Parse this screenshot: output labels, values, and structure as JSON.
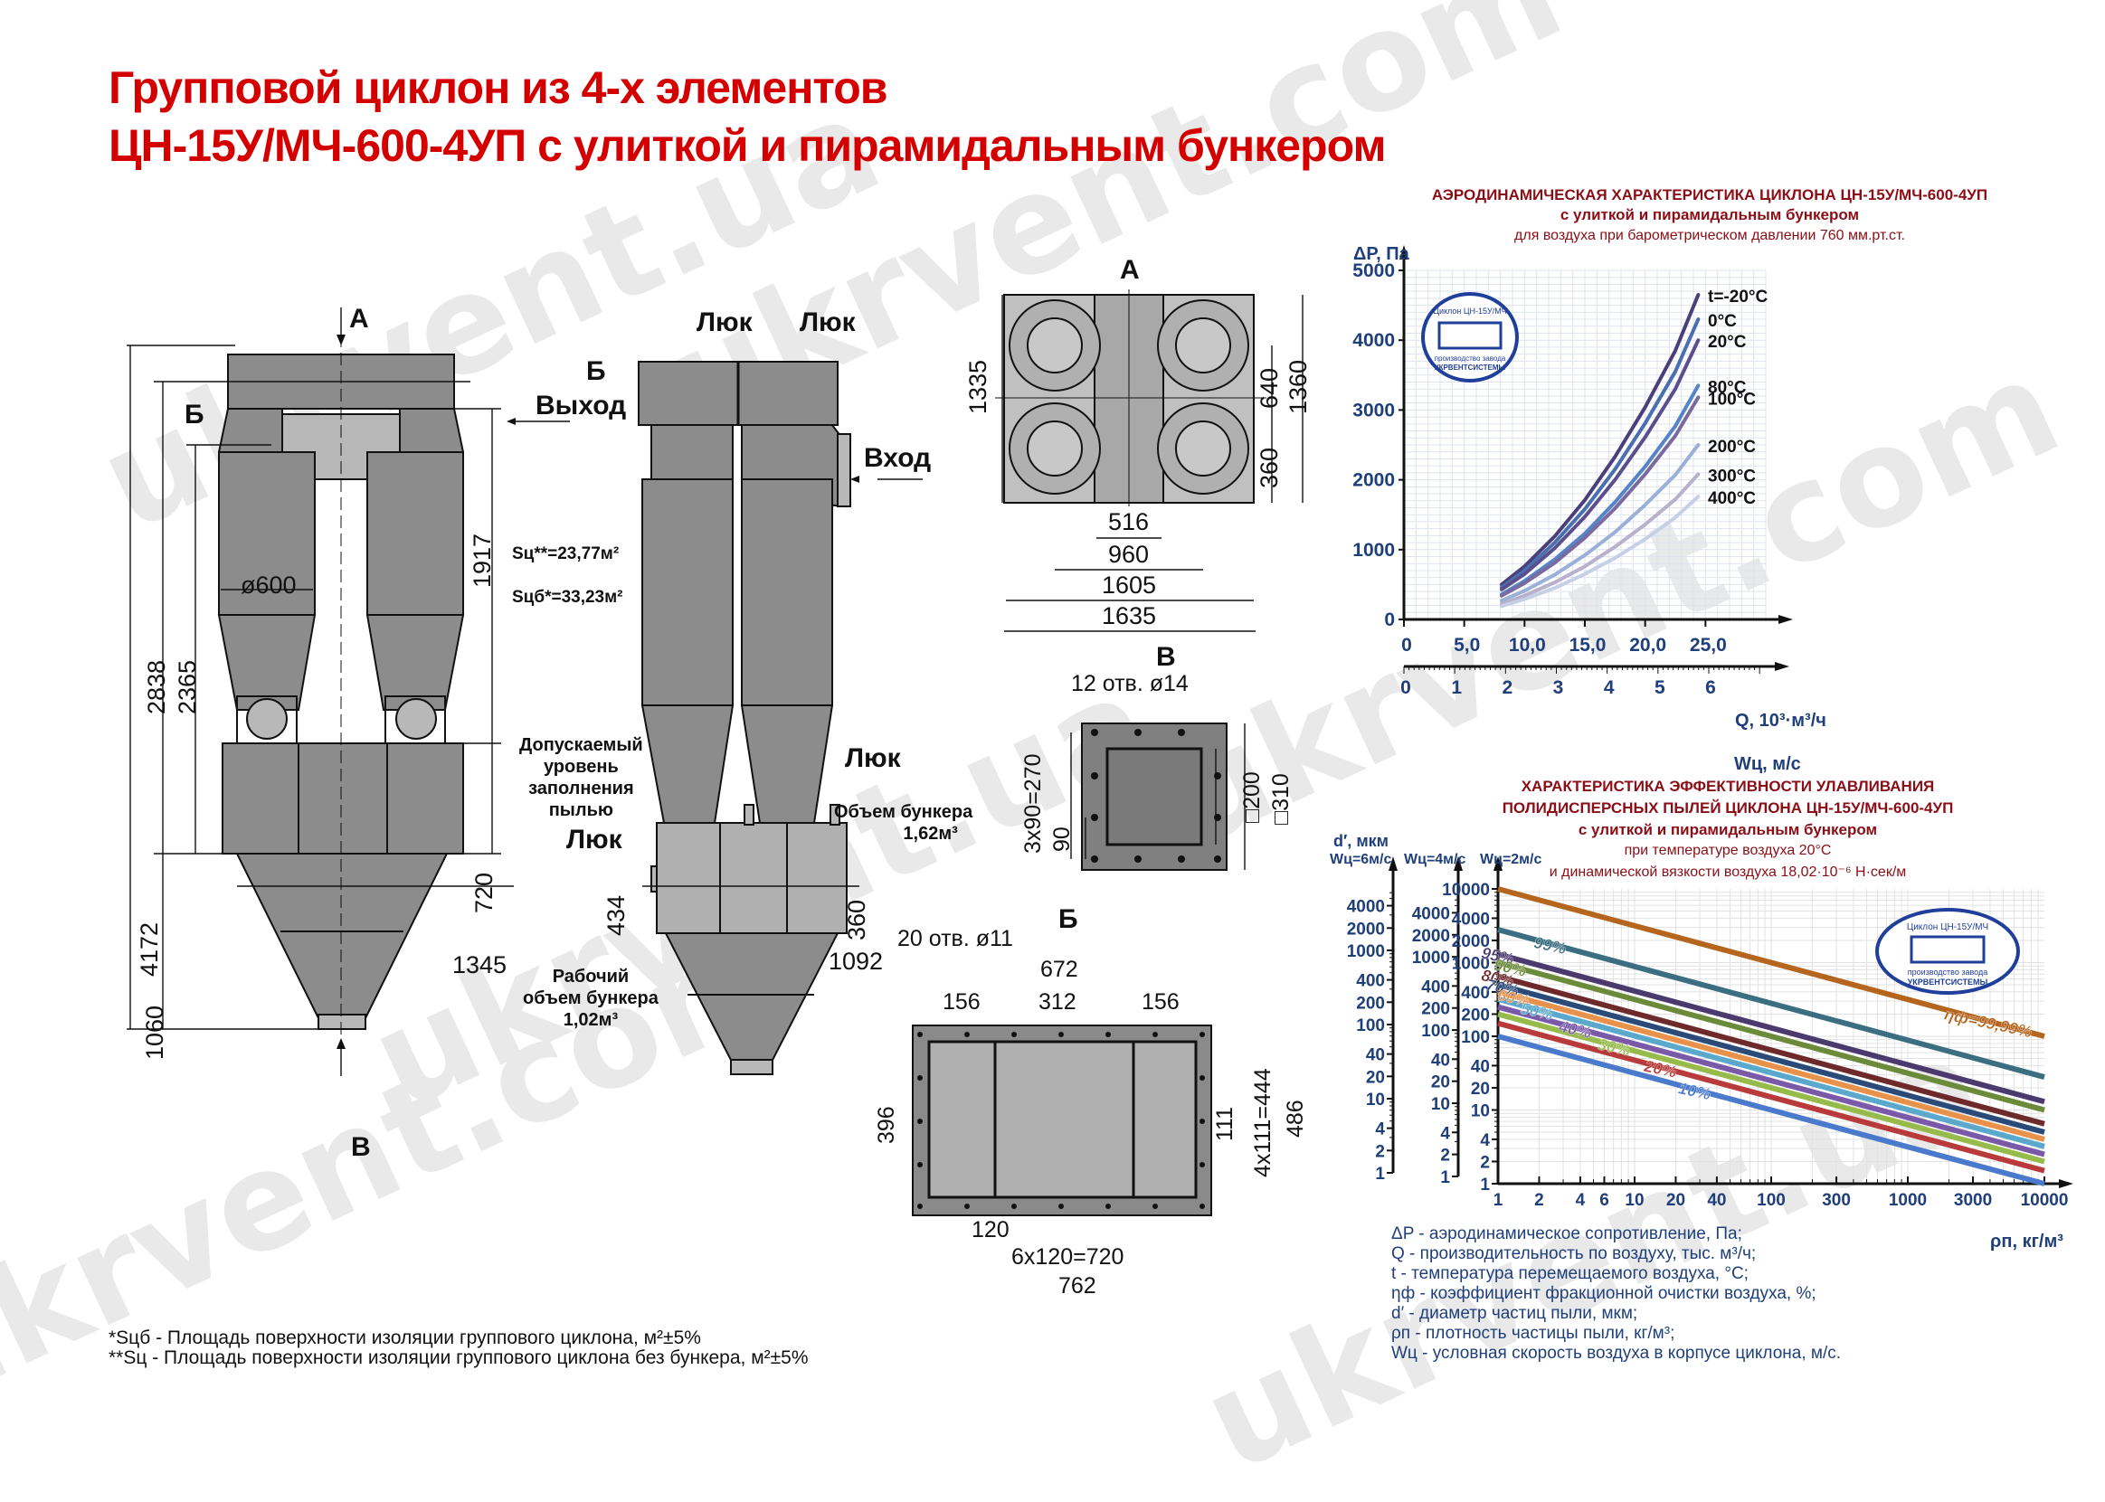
{
  "header": {
    "title_line1": "Групповой циклон из 4-х элементов",
    "title_line2": "ЦН-15У/МЧ-600-4УП с улиткой и пирамидальным бункером"
  },
  "watermark": {
    "texts": [
      "ukrvent.ua",
      "ukrvent.com",
      "www.ukrvent.com"
    ]
  },
  "front_view": {
    "labels": {
      "view_a": "А",
      "view_b_label": "Б",
      "view_v": "В"
    },
    "dimensions": {
      "total_height": "4172",
      "height_2838": "2838",
      "height_2365": "2365",
      "height_1917": "1917",
      "diameter": "ø600",
      "bunker_height": "720",
      "cone_height": "1060",
      "bunker_width": "1345"
    }
  },
  "side_view": {
    "labels": {
      "hatch_1": "Люк",
      "hatch_2": "Люк",
      "hatch_3": "Люк",
      "hatch_4": "Люк",
      "view_b": "Б",
      "outlet": "Выход",
      "inlet": "Вход",
      "area_sc": "Sц**=23,77м²",
      "area_scb": "Sцб*=33,23м²",
      "allowed_level": [
        "Допускаемый",
        "уровень",
        "заполнения",
        "пылью"
      ],
      "bunker_volume": "Объем бункера",
      "bunker_volume_value": "1,62м³",
      "working_volume": [
        "Рабочий",
        "объем бункера",
        "1,02м³"
      ]
    },
    "dimensions": {
      "d434": "434",
      "d360": "360",
      "d1092": "1092"
    }
  },
  "view_a": {
    "title": "А",
    "dimensions": {
      "d1335": "1335",
      "d640": "640",
      "d1360": "1360",
      "d360": "360",
      "d516": "516",
      "d960": "960",
      "d1605": "1605",
      "d1635": "1635"
    }
  },
  "view_v": {
    "title": "В",
    "holes": "12 отв. ø14",
    "dimensions": {
      "d3x90": "3x90=270",
      "d90": "90",
      "d200": "□200",
      "d310": "□310"
    }
  },
  "view_b": {
    "title": "Б",
    "holes": "20 отв. ø11",
    "dimensions": {
      "d672": "672",
      "d156a": "156",
      "d312": "312",
      "d156b": "156",
      "d396": "396",
      "d111": "111",
      "d4x111": "4x111=444",
      "d486": "486",
      "d120": "120",
      "d6x120": "6x120=720",
      "d762": "762"
    }
  },
  "footnotes": {
    "line1": "*Sцб - Площадь поверхности изоляции группового циклона, м²±5%",
    "line2": "**Sц - Площадь поверхности изоляции группового циклона без бункера, м²±5%"
  },
  "chart_data": [
    {
      "type": "line",
      "title": "АЭРОДИНАМИЧЕСКАЯ ХАРАКТЕРИСТИКА ЦИКЛОНА ЦН-15У/МЧ-600-4УП",
      "subtitle": "с улиткой и пирамидальным бункером",
      "subtitle2": "для воздуха при барометрическом давлении 760 мм.рт.ст.",
      "xlabel": "Q, 10³·м³/ч",
      "x2label": "Wц, м/с",
      "ylabel": "ΔP, Па",
      "xlim": [
        0,
        30
      ],
      "ylim": [
        0,
        5000
      ],
      "x_ticks": [
        "0",
        "5,0",
        "10,0",
        "15,0",
        "20,0",
        "25,0"
      ],
      "x2_ticks": [
        "0",
        "1",
        "2",
        "3",
        "4",
        "5",
        "6"
      ],
      "y_ticks": [
        "0",
        "1000",
        "2000",
        "3000",
        "4000",
        "5000"
      ],
      "grid": true,
      "x": [
        8.1,
        10,
        12.5,
        15,
        17.5,
        20,
        22.5,
        24.4
      ],
      "series": [
        {
          "name": "t=-20°C",
          "color": "#4a3f7a",
          "values": [
            500,
            760,
            1190,
            1710,
            2330,
            3040,
            3850,
            4650
          ]
        },
        {
          "name": "0°C",
          "color": "#4a6fb0",
          "values": [
            460,
            700,
            1100,
            1580,
            2150,
            2810,
            3550,
            4300
          ]
        },
        {
          "name": "20°C",
          "color": "#5b4e8c",
          "values": [
            430,
            650,
            1020,
            1470,
            2000,
            2610,
            3300,
            4000
          ]
        },
        {
          "name": "80°C",
          "color": "#5585c8",
          "values": [
            360,
            550,
            860,
            1230,
            1680,
            2190,
            2770,
            3350
          ]
        },
        {
          "name": "100°C",
          "color": "#7a6aa0",
          "values": [
            340,
            520,
            810,
            1170,
            1590,
            2080,
            2630,
            3180
          ]
        },
        {
          "name": "200°C",
          "color": "#9ab0d8",
          "values": [
            270,
            410,
            640,
            920,
            1250,
            1640,
            2070,
            2500
          ]
        },
        {
          "name": "300°C",
          "color": "#b8b0cc",
          "values": [
            220,
            340,
            530,
            760,
            1040,
            1360,
            1720,
            2080
          ]
        },
        {
          "name": "400°C",
          "color": "#c6cfe6",
          "values": [
            190,
            290,
            450,
            650,
            880,
            1150,
            1460,
            1760
          ]
        }
      ],
      "stamp": {
        "top": "Циклон ЦН-15У/МЧ",
        "bottom1": "производство завода",
        "bottom2": "УКРВЕНТСИСТЕМЫ"
      }
    },
    {
      "type": "line",
      "title": "ХАРАКТЕРИСТИКА ЭФФЕКТИВНОСТИ УЛАВЛИВАНИЯ",
      "title2": "ПОЛИДИСПЕРСНЫХ ПЫЛЕЙ ЦИКЛОНА ЦН-15У/МЧ-600-4УП",
      "subtitle": "с улиткой и пирамидальным бункером",
      "subtitle2": "при температуре воздуха 20°С",
      "subtitle3": "и динамической вязкости воздуха 18,02·10⁻⁶ Н·сек/м",
      "xlabel": "ρп, кг/м³",
      "ylabel": "d′, мкм",
      "x_scale": "log",
      "y_scale": "log",
      "xlim": [
        1,
        10000
      ],
      "ylim": [
        1,
        10000
      ],
      "x_ticks": [
        "1",
        "2",
        "4",
        "6",
        "10",
        "20",
        "40",
        "100",
        "300",
        "1000",
        "3000",
        "10000"
      ],
      "y_axes": [
        {
          "label": "Wц=6м/с",
          "ticks": [
            "1",
            "2",
            "4",
            "10",
            "20",
            "40",
            "100",
            "200",
            "400",
            "1000",
            "2000",
            "4000"
          ]
        },
        {
          "label": "Wц=4м/с",
          "ticks": [
            "1",
            "2",
            "4",
            "10",
            "20",
            "40",
            "100",
            "200",
            "400",
            "1000",
            "2000",
            "4000"
          ]
        },
        {
          "label": "Wц=2м/с",
          "ticks": [
            "1",
            "2",
            "4",
            "10",
            "20",
            "40",
            "100",
            "200",
            "400",
            "1000",
            "2000",
            "4000",
            "10000"
          ]
        }
      ],
      "grid": true,
      "x": [
        1,
        10000
      ],
      "series": [
        {
          "name": "ηф=99,99%",
          "color": "#b5651d",
          "values": [
            10000,
            100
          ]
        },
        {
          "name": "99%",
          "color": "#3a6e80",
          "values": [
            2800,
            28
          ]
        },
        {
          "name": "95%",
          "color": "#4a3a6e",
          "values": [
            1300,
            13
          ]
        },
        {
          "name": "90%",
          "color": "#6b8a3a",
          "values": [
            1000,
            10
          ]
        },
        {
          "name": "80%",
          "color": "#6e2a2a",
          "values": [
            650,
            6.5
          ]
        },
        {
          "name": "70%",
          "color": "#2a4a7a",
          "values": [
            500,
            5
          ]
        },
        {
          "name": "60%",
          "color": "#e8914a",
          "values": [
            400,
            4
          ]
        },
        {
          "name": "50%",
          "color": "#5aa8cc",
          "values": [
            320,
            3.2
          ]
        },
        {
          "name": "40%",
          "color": "#7a5aa8",
          "values": [
            250,
            2.5
          ]
        },
        {
          "name": "30%",
          "color": "#96bb4a",
          "values": [
            200,
            2
          ]
        },
        {
          "name": "20%",
          "color": "#b83a3a",
          "values": [
            150,
            1.5
          ]
        },
        {
          "name": "10%",
          "color": "#4a7acc",
          "values": [
            100,
            1
          ]
        }
      ],
      "stamp": {
        "top": "Циклон ЦН-15У/МЧ",
        "bottom1": "производство завода",
        "bottom2": "УКРВЕНТСИСТЕМЫ"
      }
    }
  ],
  "legend": [
    "ΔP - аэродинамическое сопротивление, Па;",
    "Q - производительность по воздуху, тыс. м³/ч;",
    "t - температура перемещаемого воздуха, °С;",
    "ηф - коэффициент фракционной очистки воздуха, %;",
    "d′ - диаметр частиц пыли, мкм;",
    "ρп - плотность частицы пыли, кг/м³;",
    "Wц - условная скорость воздуха в корпусе циклона, м/с."
  ]
}
